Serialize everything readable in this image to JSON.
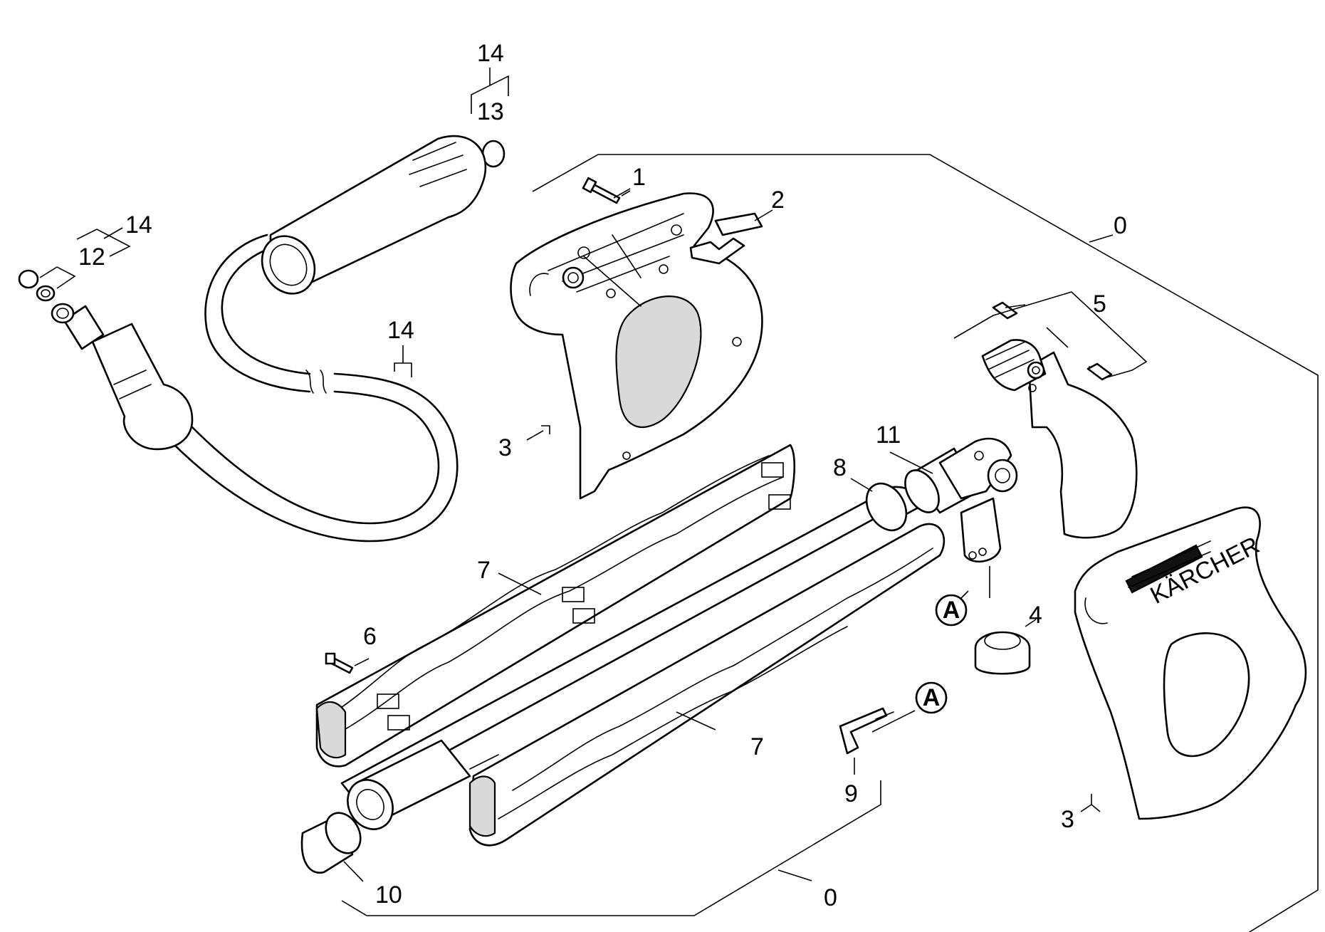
{
  "labels": [
    {
      "id": "label-14-top",
      "text": "14"
    },
    {
      "id": "label-13",
      "text": "13"
    },
    {
      "id": "label-14-left",
      "text": "14"
    },
    {
      "id": "label-12",
      "text": "12"
    },
    {
      "id": "label-14-hose",
      "text": "14"
    },
    {
      "id": "label-1",
      "text": "1"
    },
    {
      "id": "label-2",
      "text": "2"
    },
    {
      "id": "label-0-top",
      "text": "0"
    },
    {
      "id": "label-5",
      "text": "5"
    },
    {
      "id": "label-3-left",
      "text": "3"
    },
    {
      "id": "label-11",
      "text": "11"
    },
    {
      "id": "label-8",
      "text": "8"
    },
    {
      "id": "label-7-top",
      "text": "7"
    },
    {
      "id": "label-4",
      "text": "4"
    },
    {
      "id": "label-6",
      "text": "6"
    },
    {
      "id": "label-7-bottom",
      "text": "7"
    },
    {
      "id": "label-9",
      "text": "9"
    },
    {
      "id": "label-3-right",
      "text": "3"
    },
    {
      "id": "label-10",
      "text": "10"
    },
    {
      "id": "label-0-bottom",
      "text": "0"
    }
  ],
  "markers": [
    {
      "id": "marker-a-upper",
      "text": "A"
    },
    {
      "id": "marker-a-lower",
      "text": "A"
    }
  ],
  "brand": "KÄRCHER"
}
